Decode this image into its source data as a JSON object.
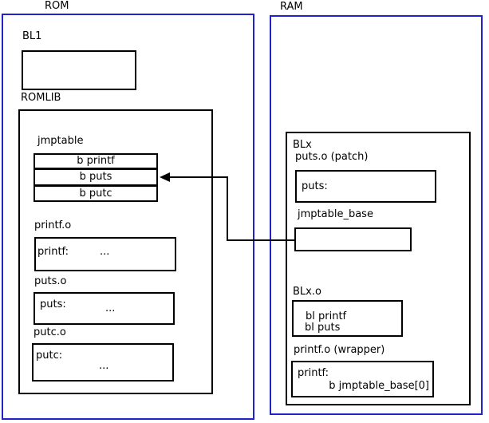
{
  "colors": {
    "container_border": "#2222cc",
    "line": "#000000"
  },
  "rom": {
    "label": "ROM",
    "bl1": {
      "label": "BL1"
    },
    "romlib": {
      "label": "ROMLIB",
      "jmptable": {
        "label": "jmptable",
        "rows": [
          "b printf",
          "b puts",
          "b putc"
        ]
      },
      "printf_o": {
        "label": "printf.o",
        "symbol": "printf:",
        "body": "..."
      },
      "puts_o": {
        "label": "puts.o",
        "symbol": "puts:",
        "body": "..."
      },
      "putc_o": {
        "label": "putc.o",
        "symbol": "putc:",
        "body": "..."
      }
    }
  },
  "ram": {
    "label": "RAM",
    "blx": {
      "label": "BLx",
      "puts_patch": {
        "label": "puts.o (patch)",
        "symbol": "puts:"
      },
      "jmptable_base": {
        "label": "jmptable_base"
      },
      "blx_o": {
        "label": "BLx.o",
        "lines": [
          "bl printf",
          "bl puts"
        ]
      },
      "printf_wrapper": {
        "label": "printf.o (wrapper)",
        "symbol": "printf:",
        "instruction": "b jmptable_base[0]"
      }
    }
  }
}
